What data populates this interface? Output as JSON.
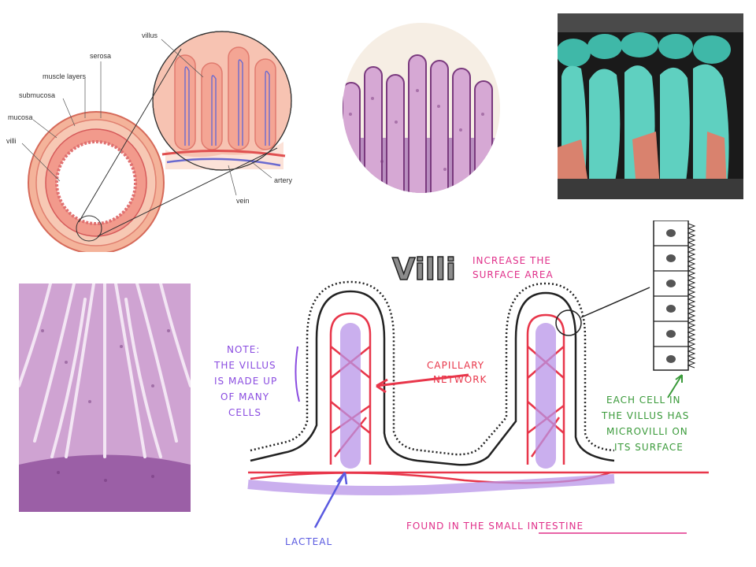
{
  "anatomy": {
    "labels": {
      "villus": "villus",
      "serosa": "serosa",
      "muscle_layers": "muscle layers",
      "submucosa": "submucosa",
      "mucosa": "mucosa",
      "villi": "villi",
      "artery": "artery",
      "vein": "vein"
    }
  },
  "sketch": {
    "title": "Villi",
    "title_note": [
      "INCREASE THE",
      "SURFACE AREA"
    ],
    "note": [
      "NOTE:",
      "THE VILLUS",
      "IS MADE UP",
      "OF MANY",
      "CELLS"
    ],
    "capillary": [
      "CAPILLARY",
      "NETWORK"
    ],
    "cell_note": [
      "EACH CELL IN",
      "THE VILLUS HAS",
      "MICROVILLI ON",
      "ITS SURFACE"
    ],
    "lacteal": "LACTEAL",
    "found": "FOUND IN THE SMALL INTESTINE"
  },
  "colors": {
    "pink_text": "#e0308a",
    "red": "#e8364a",
    "purple": "#8a4ce0",
    "green": "#3a9a3a",
    "histology": "#c79ac9",
    "sem_teal": "#3fb8a8"
  }
}
